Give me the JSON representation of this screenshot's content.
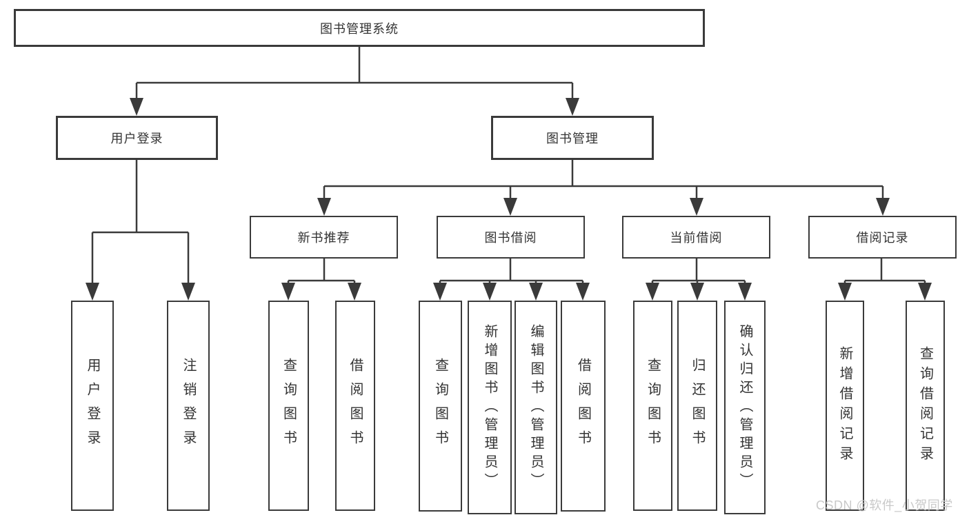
{
  "colors": {
    "line": "#3a3a3a",
    "text": "#333333",
    "background": "#ffffff",
    "watermark": "#c9c9c9"
  },
  "tree": {
    "root": {
      "label": "图书管理系统"
    },
    "branches": [
      {
        "label": "用户登录"
      },
      {
        "label": "图书管理"
      }
    ],
    "modules": [
      {
        "label": "新书推荐"
      },
      {
        "label": "图书借阅"
      },
      {
        "label": "当前借阅"
      },
      {
        "label": "借阅记录"
      }
    ],
    "leaves": {
      "user_login": [
        "用户登录",
        "注销登录"
      ],
      "new_book_recommend": [
        "查询图书",
        "借阅图书"
      ],
      "book_borrow": [
        "查询图书",
        "新增图书（管理员）",
        "编辑图书（管理员）",
        "借阅图书"
      ],
      "current_borrow": [
        "查询图书",
        "归还图书",
        "确认归还（管理员）"
      ],
      "borrow_record": [
        "新增借阅记录",
        "查询借阅记录"
      ]
    }
  },
  "watermark": {
    "text": "CSDN @软件_小贺同学"
  }
}
